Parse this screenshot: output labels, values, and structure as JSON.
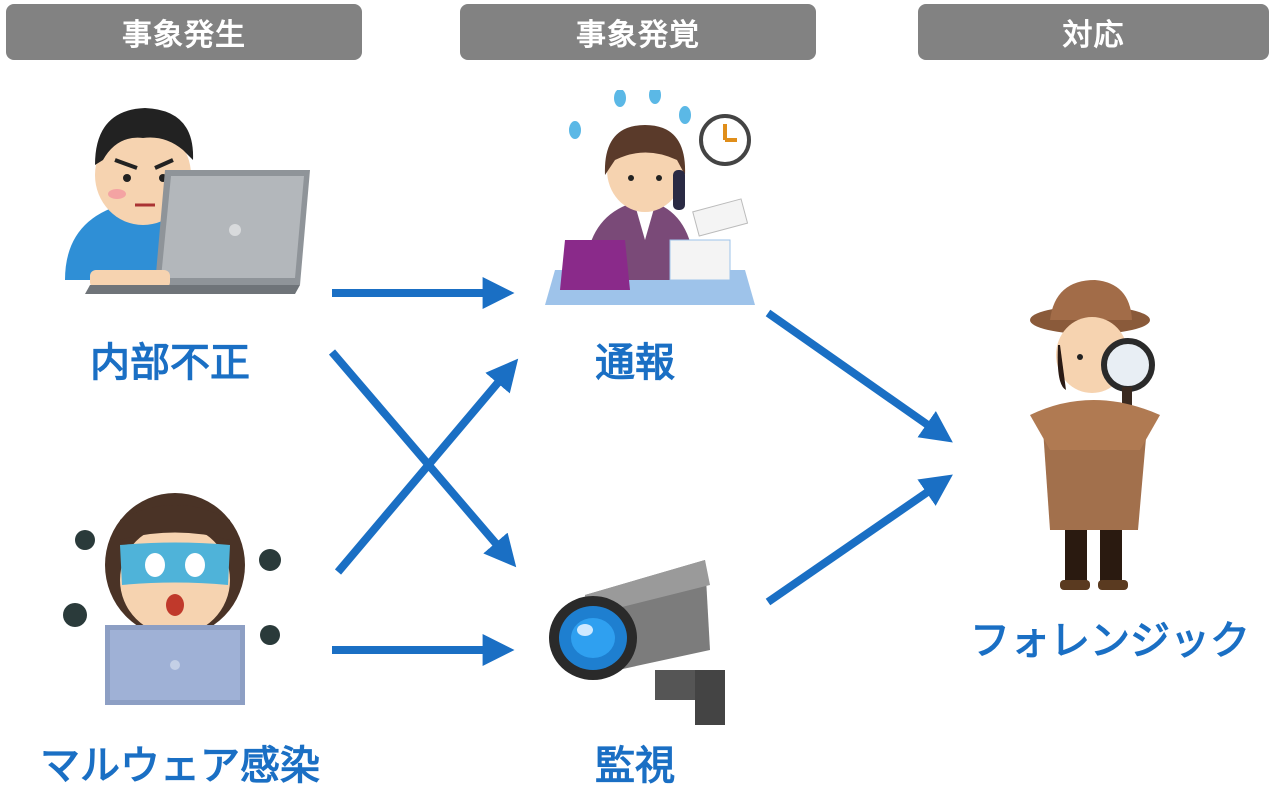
{
  "headers": {
    "occurrence": "事象発生",
    "discovery": "事象発覚",
    "response": "対応"
  },
  "nodes": {
    "insider": {
      "label": "内部不正",
      "icon": "angry-laptop-user-icon"
    },
    "malware": {
      "label": "マルウェア感染",
      "icon": "panicked-laptop-user-icon"
    },
    "report": {
      "label": "通報",
      "icon": "busy-phone-worker-icon"
    },
    "monitoring": {
      "label": "監視",
      "icon": "security-camera-icon"
    },
    "forensics": {
      "label": "フォレンジック",
      "icon": "detective-magnifier-icon"
    }
  },
  "edges": [
    {
      "from": "insider",
      "to": "report"
    },
    {
      "from": "insider",
      "to": "monitoring"
    },
    {
      "from": "malware",
      "to": "report"
    },
    {
      "from": "malware",
      "to": "monitoring"
    },
    {
      "from": "report",
      "to": "forensics"
    },
    {
      "from": "monitoring",
      "to": "forensics"
    }
  ],
  "colors": {
    "header_bg": "#828282",
    "header_text": "#ffffff",
    "label": "#1a6fc4",
    "arrow": "#1a6fc4"
  }
}
